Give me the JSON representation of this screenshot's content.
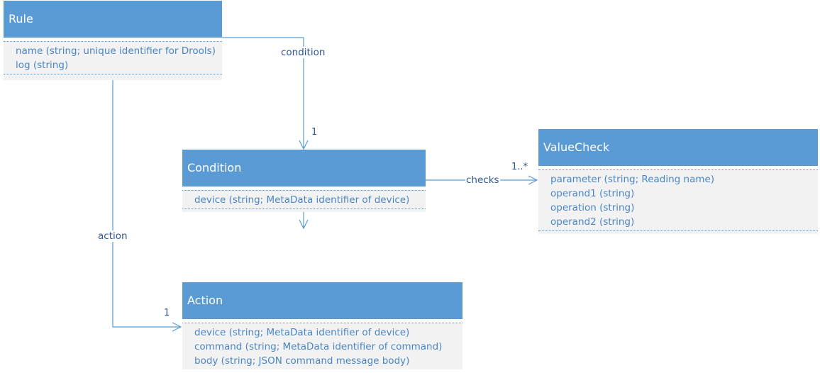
{
  "classes": {
    "rule": {
      "name": "Rule",
      "attributes": [
        "name (string; unique identifier for Drools)",
        "log (string)"
      ]
    },
    "condition": {
      "name": "Condition",
      "attributes": [
        "device (string; MetaData identifier of device)"
      ]
    },
    "valuecheck": {
      "name": "ValueCheck",
      "attributes": [
        "parameter (string; Reading name)",
        "operand1 (string)",
        "operation (string)",
        "operand2 (string)"
      ]
    },
    "action": {
      "name": "Action",
      "attributes": [
        "device (string; MetaData identifier of device)",
        "command (string; MetaData identifier of command)",
        "body (string; JSON command message body)"
      ]
    }
  },
  "edges": {
    "condition": {
      "label": "condition",
      "multiplicity": "1"
    },
    "checks": {
      "label": "checks",
      "multiplicity": "1..*"
    },
    "action": {
      "label": "action",
      "multiplicity": "1"
    }
  },
  "colors": {
    "header": "#5b9bd5",
    "attr_text": "#4a86c5",
    "attr_bg": "#f2f2f2",
    "line": "#5b9bd5",
    "label_text": "#2f5597"
  }
}
